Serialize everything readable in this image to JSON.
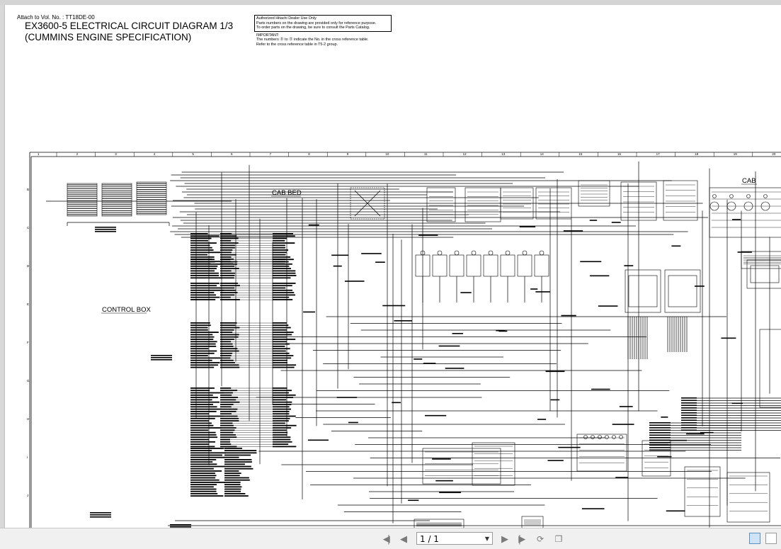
{
  "document": {
    "attach_ref": "Attach to Vol. No. : TT18DE-00",
    "title_line1": "EX3600-5 ELECTRICAL CIRCUIT DIAGRAM  1/3",
    "title_line2": "(CUMMINS ENGINE SPECIFICATION)",
    "notice_lines": [
      "Authorized Hitachi Dealer Use Only",
      "Parts numbers on the drawing are provided only for reference purpose.",
      "To order parts on the drawing, be sure to consult the Parts Catalog."
    ],
    "important_lines": [
      "IMPORTANT:",
      "The numbers ⓪ to ⓪ indicate the No. in the cross reference table.",
      "Refer to the cross reference table in T5-2 group."
    ],
    "labels": {
      "cab_bed": "CAB BED",
      "control_box": "CONTROL BOX",
      "cab": "CAB"
    },
    "column_numbers": [
      "1",
      "2",
      "3",
      "4",
      "5",
      "6",
      "7",
      "8",
      "9",
      "10",
      "11",
      "12",
      "13",
      "14",
      "15",
      "16",
      "17",
      "18",
      "19",
      "20"
    ],
    "row_letters": [
      "B",
      "C",
      "D",
      "E",
      "F",
      "G",
      "H",
      "I",
      "J"
    ]
  },
  "viewer": {
    "page_indicator": "1 / 1",
    "icons": {
      "first": "first-page-icon",
      "prev": "previous-page-icon",
      "next": "next-page-icon",
      "last": "last-page-icon",
      "rotate": "rotate-icon",
      "copy": "copy-page-icon",
      "single": "single-page-view-icon",
      "continuous": "continuous-view-icon"
    }
  }
}
